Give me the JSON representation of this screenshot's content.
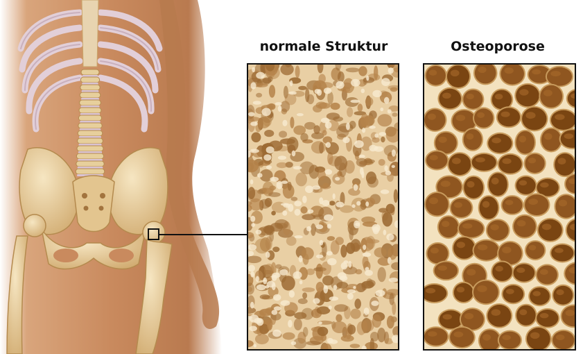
{
  "labels": {
    "normal": "normale Struktur",
    "osteoporosis": "Osteoporose"
  },
  "colors": {
    "skin": "#c98a5e",
    "skin_shadow": "#a8673f",
    "bone": "#ecd6a6",
    "bone_shadow": "#c9a56a",
    "rib": "#e6d2dc",
    "normal_base": "#e9cfa4",
    "normal_pore": "#9c6a33",
    "osteo_base": "#f3e2bf",
    "osteo_pore": "#7a4512",
    "frame": "#111111"
  },
  "panels": [
    {
      "name": "normal-structure",
      "pore_style": "small-dense"
    },
    {
      "name": "osteoporosis-structure",
      "pore_style": "large-sparse"
    }
  ]
}
